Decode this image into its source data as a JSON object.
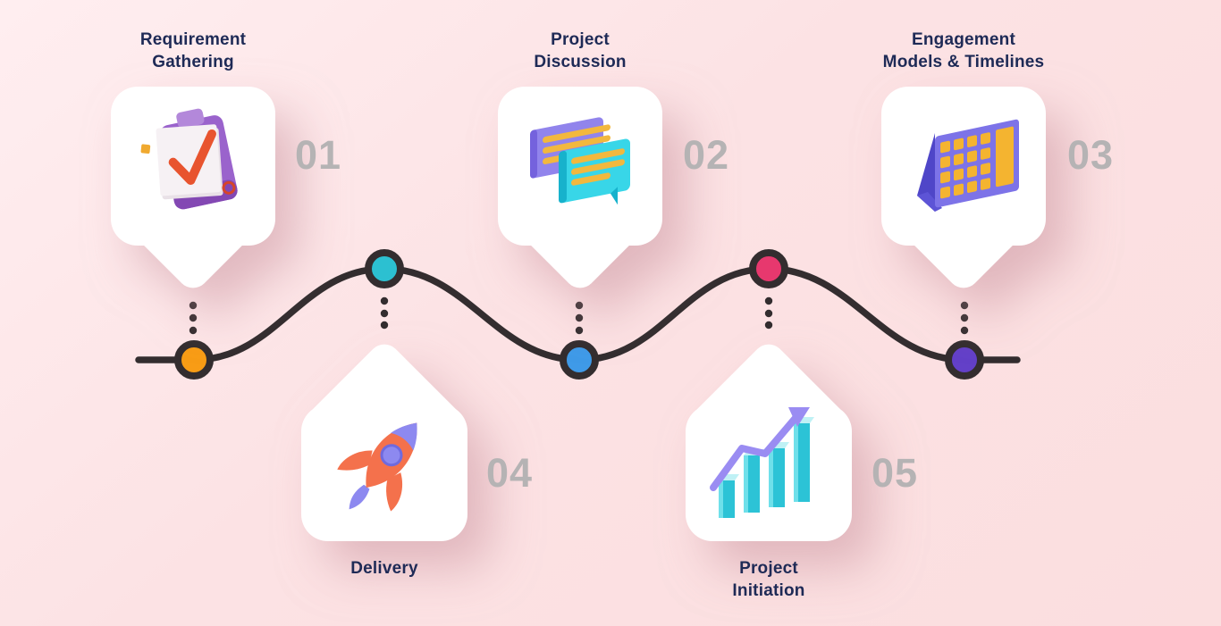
{
  "page": {
    "kind": "process-timeline-infographic"
  },
  "palette": {
    "background": "#fbe0e2",
    "line_color": "#332d2f",
    "card_color": "#ffffff",
    "title_color": "#1e2a56",
    "number_color": "#b5b3b4"
  },
  "steps": [
    {
      "number": "01",
      "title": "Requirement\nGathering",
      "icon": "clipboard-check-icon",
      "node_color": "#f89c15",
      "card_position": "above-line"
    },
    {
      "number": "02",
      "title": "Project\nDiscussion",
      "icon": "chat-bubbles-icon",
      "node_color": "#3f9ae8",
      "card_position": "above-line"
    },
    {
      "number": "03",
      "title": "Engagement\nModels & Timelines",
      "icon": "desk-calendar-icon",
      "node_color": "#6340c8",
      "card_position": "above-line"
    },
    {
      "number": "04",
      "title": "Delivery",
      "icon": "rocket-icon",
      "node_color": "#2cc0d1",
      "card_position": "below-line"
    },
    {
      "number": "05",
      "title": "Project\nInitiation",
      "icon": "growth-chart-icon",
      "node_color": "#e7386e",
      "card_position": "below-line"
    }
  ]
}
